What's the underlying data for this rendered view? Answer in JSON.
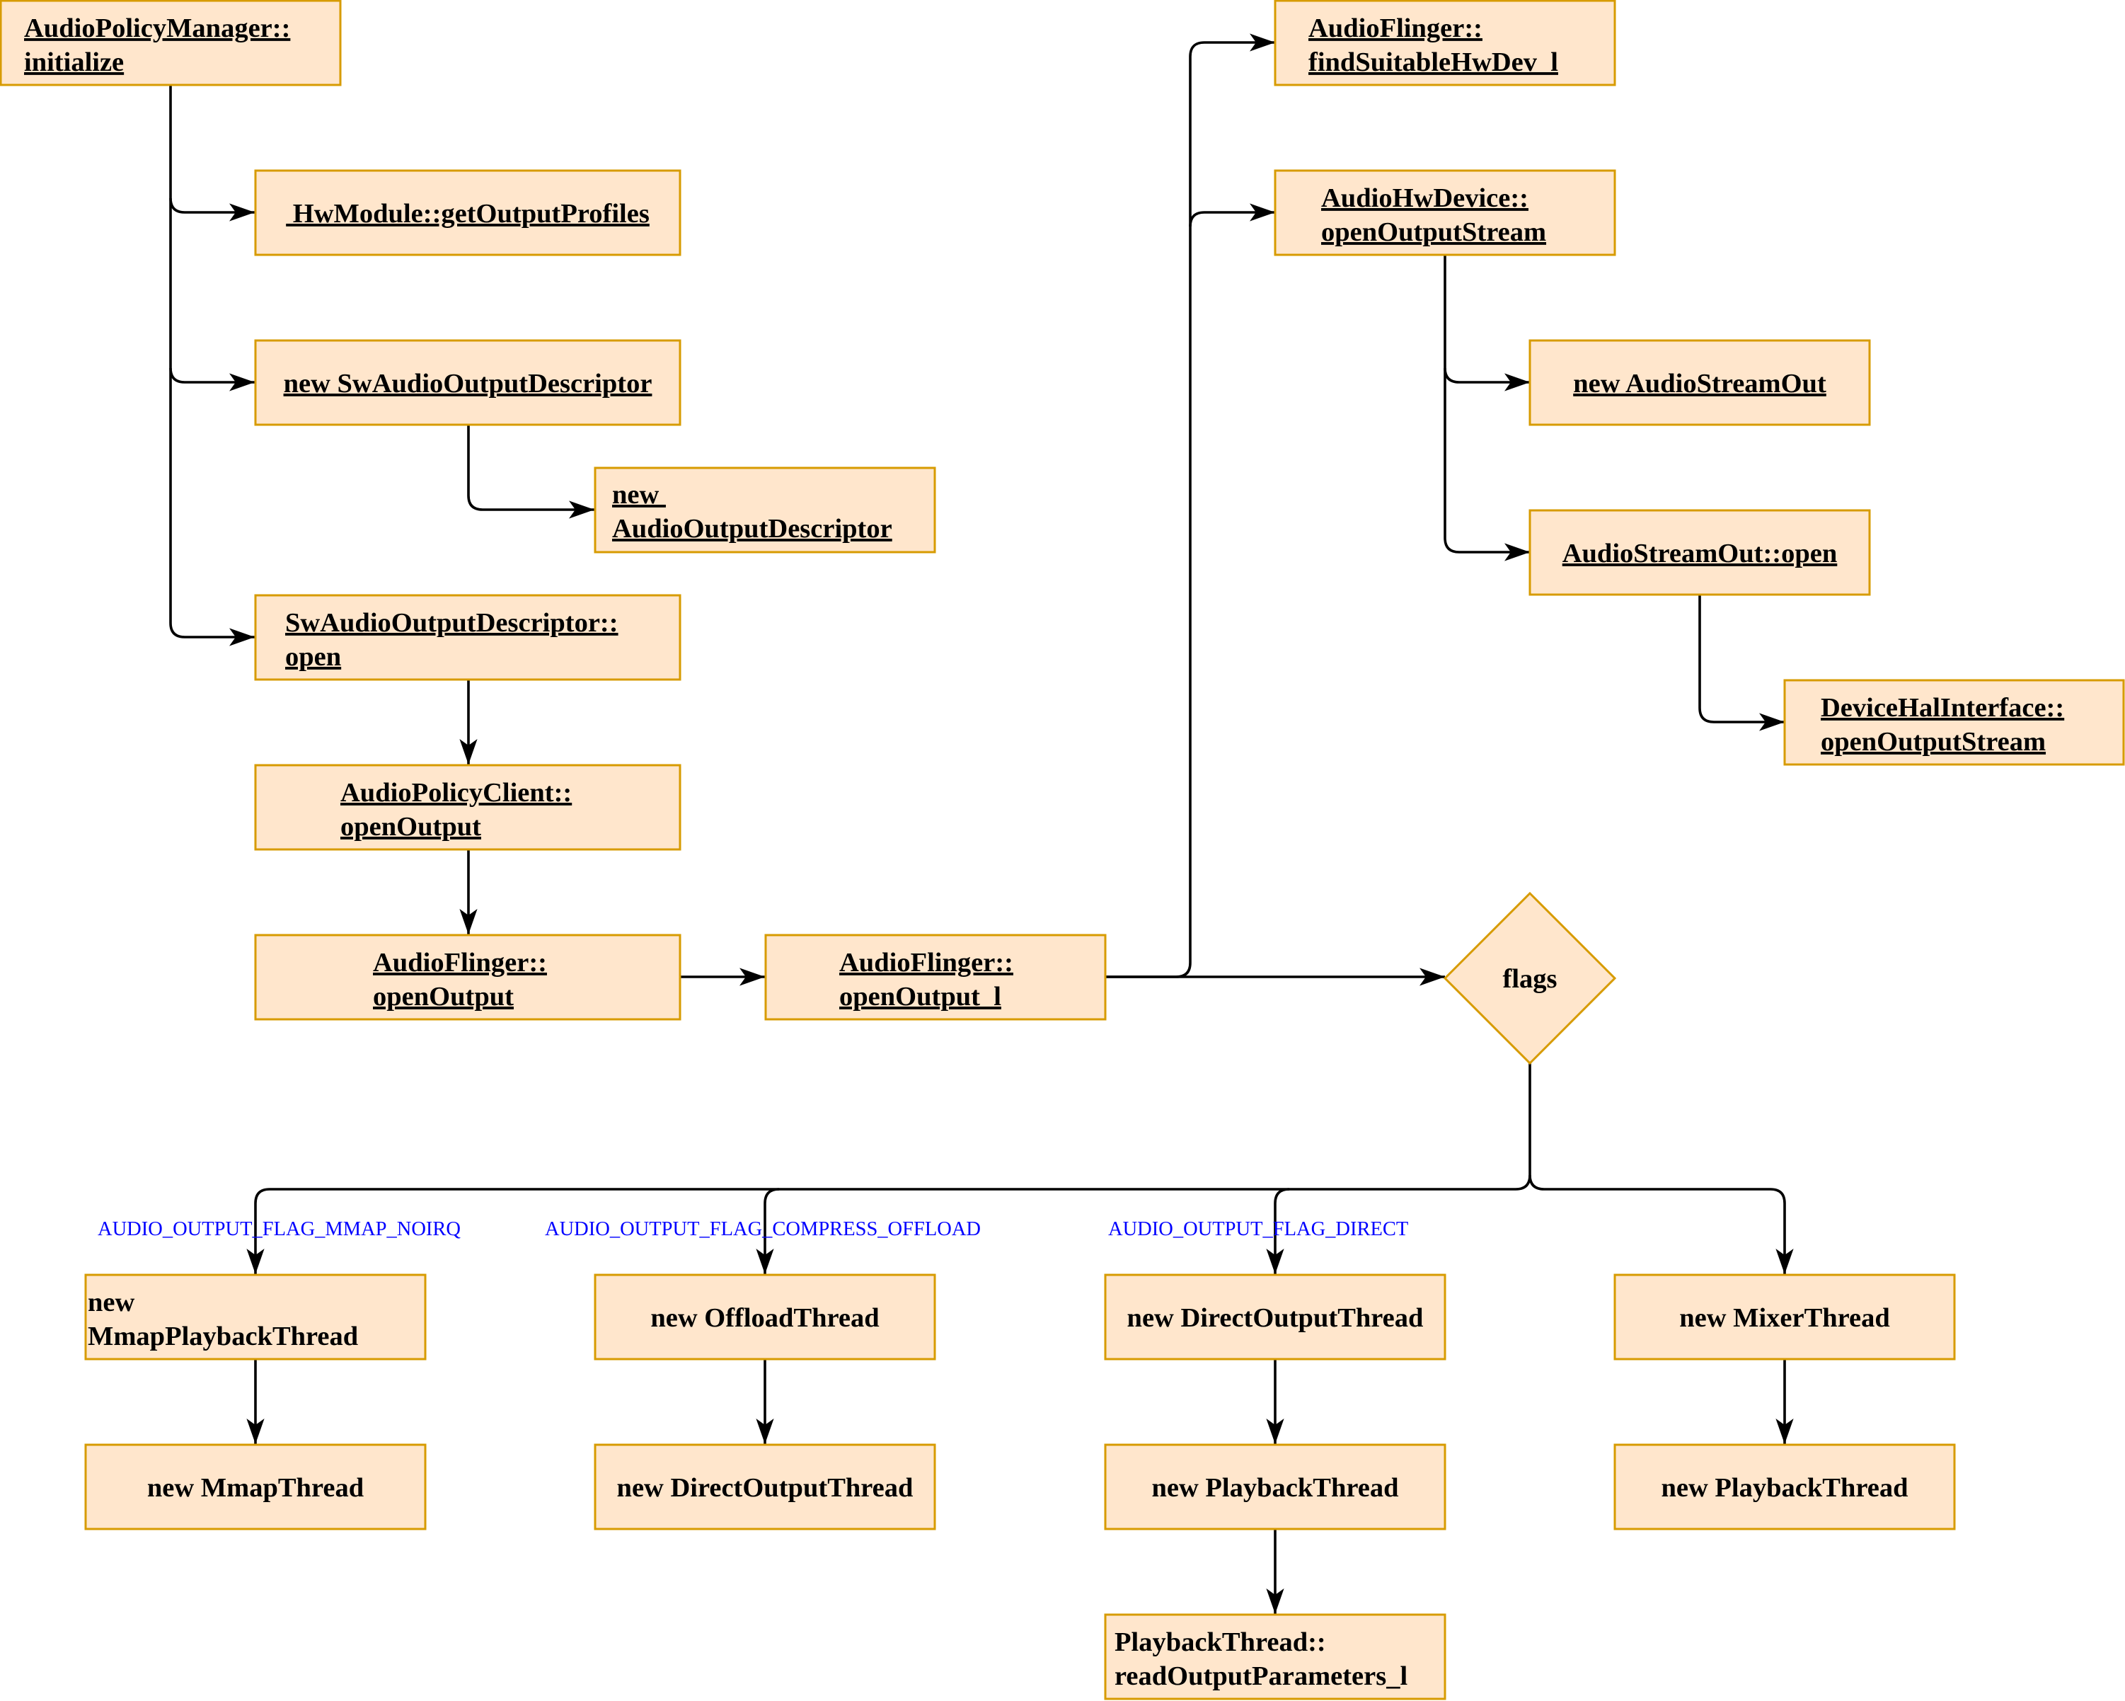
{
  "diagram": {
    "nodes": {
      "apm_initialize": {
        "lines": [
          "AudioPolicyManager::",
          "initialize"
        ],
        "style": "link"
      },
      "hw_get_output_profiles": {
        "lines": [
          " HwModule::getOutputProfiles"
        ],
        "style": "link"
      },
      "new_sw_audio_output_descriptor": {
        "lines": [
          "new SwAudioOutputDescriptor"
        ],
        "style": "link"
      },
      "new_audio_output_descriptor": {
        "lines": [
          "new ",
          "AudioOutputDescriptor"
        ],
        "style": "link"
      },
      "sw_audio_output_descriptor_open": {
        "lines": [
          "SwAudioOutputDescriptor::",
          "open"
        ],
        "style": "link"
      },
      "audio_policy_client_open_output": {
        "lines": [
          "AudioPolicyClient::",
          "openOutput"
        ],
        "style": "link"
      },
      "audio_flinger_open_output": {
        "lines": [
          "AudioFlinger::",
          "openOutput"
        ],
        "style": "link"
      },
      "audio_flinger_open_output_l": {
        "lines": [
          "AudioFlinger::",
          "openOutput_l"
        ],
        "style": "link"
      },
      "audio_flinger_find_suitable_hw_dev": {
        "lines": [
          "AudioFlinger::",
          "findSuitableHwDev_l"
        ],
        "style": "link"
      },
      "audio_hw_device_open_output_stream": {
        "lines": [
          "AudioHwDevice::",
          "openOutputStream"
        ],
        "style": "link"
      },
      "new_audio_stream_out": {
        "lines": [
          "new AudioStreamOut"
        ],
        "style": "link"
      },
      "audio_stream_out_open": {
        "lines": [
          "AudioStreamOut::open"
        ],
        "style": "link"
      },
      "device_hal_interface_open_output_stream": {
        "lines": [
          "DeviceHalInterface::",
          "openOutputStream"
        ],
        "style": "link"
      },
      "flags_decision": {
        "lines": [
          "flags"
        ],
        "style": "plain"
      },
      "new_mmap_playback_thread": {
        "lines": [
          "new ",
          "MmapPlaybackThread"
        ],
        "style": "plain"
      },
      "new_mmap_thread": {
        "lines": [
          "new MmapThread"
        ],
        "style": "plain"
      },
      "new_offload_thread": {
        "lines": [
          "new OffloadThread"
        ],
        "style": "plain"
      },
      "new_direct_output_thread_offload": {
        "lines": [
          "new DirectOutputThread"
        ],
        "style": "plain"
      },
      "new_direct_output_thread": {
        "lines": [
          "new DirectOutputThread"
        ],
        "style": "plain"
      },
      "new_playback_thread_direct": {
        "lines": [
          "new PlaybackThread"
        ],
        "style": "plain"
      },
      "playback_thread_read_output_parameters": {
        "lines": [
          "PlaybackThread::",
          "readOutputParameters_l"
        ],
        "style": "plain"
      },
      "new_mixer_thread": {
        "lines": [
          "new MixerThread"
        ],
        "style": "plain"
      },
      "new_playback_thread_mixer": {
        "lines": [
          "new PlaybackThread"
        ],
        "style": "plain"
      }
    },
    "edge_labels": {
      "mmap_noirq": "AUDIO_OUTPUT_FLAG_MMAP_NOIRQ",
      "compress_offload": "AUDIO_OUTPUT_FLAG_COMPRESS_OFFLOAD",
      "direct": "AUDIO_OUTPUT_FLAG_DIRECT"
    },
    "edges": [
      {
        "from": "apm_initialize",
        "to": "hw_get_output_profiles"
      },
      {
        "from": "apm_initialize",
        "to": "new_sw_audio_output_descriptor"
      },
      {
        "from": "new_sw_audio_output_descriptor",
        "to": "new_audio_output_descriptor"
      },
      {
        "from": "apm_initialize",
        "to": "sw_audio_output_descriptor_open"
      },
      {
        "from": "sw_audio_output_descriptor_open",
        "to": "audio_policy_client_open_output"
      },
      {
        "from": "audio_policy_client_open_output",
        "to": "audio_flinger_open_output"
      },
      {
        "from": "audio_flinger_open_output",
        "to": "audio_flinger_open_output_l"
      },
      {
        "from": "audio_flinger_open_output_l",
        "to": "audio_flinger_find_suitable_hw_dev"
      },
      {
        "from": "audio_flinger_open_output_l",
        "to": "audio_hw_device_open_output_stream"
      },
      {
        "from": "audio_flinger_open_output_l",
        "to": "flags_decision"
      },
      {
        "from": "audio_hw_device_open_output_stream",
        "to": "new_audio_stream_out"
      },
      {
        "from": "audio_hw_device_open_output_stream",
        "to": "audio_stream_out_open"
      },
      {
        "from": "audio_stream_out_open",
        "to": "device_hal_interface_open_output_stream"
      },
      {
        "from": "flags_decision",
        "to": "new_mmap_playback_thread",
        "label": "mmap_noirq"
      },
      {
        "from": "flags_decision",
        "to": "new_offload_thread",
        "label": "compress_offload"
      },
      {
        "from": "flags_decision",
        "to": "new_direct_output_thread",
        "label": "direct"
      },
      {
        "from": "flags_decision",
        "to": "new_mixer_thread"
      },
      {
        "from": "new_mmap_playback_thread",
        "to": "new_mmap_thread"
      },
      {
        "from": "new_offload_thread",
        "to": "new_direct_output_thread_offload"
      },
      {
        "from": "new_direct_output_thread",
        "to": "new_playback_thread_direct"
      },
      {
        "from": "new_playback_thread_direct",
        "to": "playback_thread_read_output_parameters"
      },
      {
        "from": "new_mixer_thread",
        "to": "new_playback_thread_mixer"
      }
    ]
  }
}
